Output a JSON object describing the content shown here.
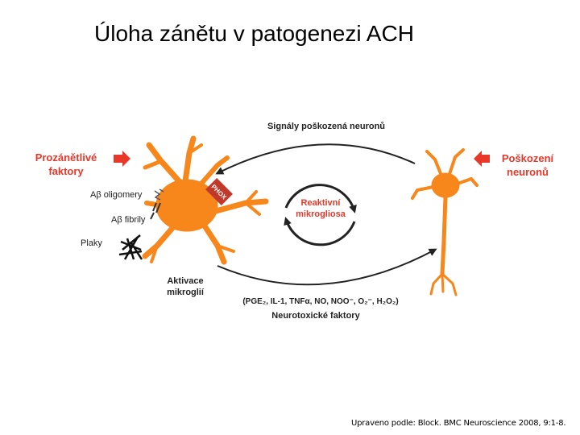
{
  "title": "Úloha zánětu v patogenezi ACH",
  "labels": {
    "signals": "Signály poškozená neuronů",
    "proinflam_line1": "Prozánětlivé",
    "proinflam_line2": "faktory",
    "damage_line1": "Poškození",
    "damage_line2": "neuronů",
    "reactive_line1": "Reaktivní",
    "reactive_line2": "mikrogliosa",
    "ab_oligomers": "Aβ oligomery",
    "ab_fibrils": "Aβ fibrily",
    "plaques": "Plaky",
    "activation_line1": "Aktivace",
    "activation_line2": "mikroglií",
    "factors_list": "(PGE₂, IL-1, TNFα, NO, NOO⁻, O₂⁻, H₂O₂)",
    "neurotoxic": "Neurotoxické faktory",
    "phox": "PHOX"
  },
  "colors": {
    "cell": "#f7861b",
    "red": "#e8382a",
    "dark_red": "#c0392b",
    "arrow": "#222222"
  },
  "caption": "Upraveno podle: Block. BMC Neuroscience 2008, 9:1-8."
}
